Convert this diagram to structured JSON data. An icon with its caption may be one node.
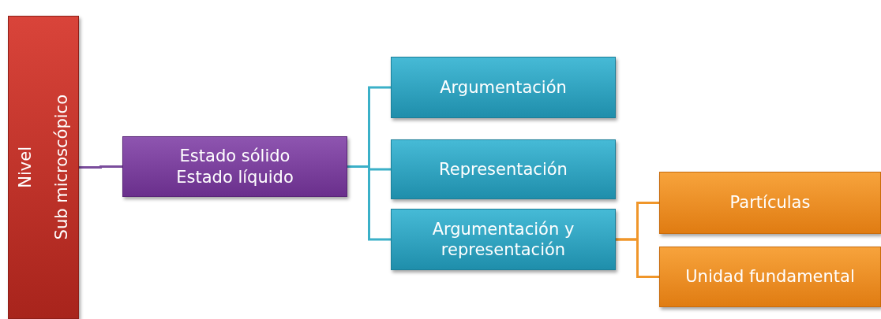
{
  "diagram": {
    "nodes": [
      {
        "text": [
          "Nivel",
          "Sub microscópico"
        ]
      },
      {
        "text": [
          "Estado sólido",
          "Estado líquido"
        ]
      },
      {
        "text": [
          "Argumentación"
        ]
      },
      {
        "text": [
          "Representación"
        ]
      },
      {
        "text": [
          "Argumentación y representación"
        ]
      },
      {
        "text": [
          "Partículas"
        ]
      },
      {
        "text": [
          "Unidad fundamental"
        ]
      }
    ],
    "edges": [
      {
        "from": 0,
        "to": 1,
        "arrow": "none",
        "color": "#7a4d9c"
      },
      {
        "from": 1,
        "to": 2,
        "arrow": "none"
      },
      {
        "from": 1,
        "to": 3,
        "arrow": "none"
      },
      {
        "from": 1,
        "to": 4,
        "arrow": "none"
      },
      {
        "from": 4,
        "to": 5,
        "arrow": "none",
        "color": "#f0962a"
      },
      {
        "from": 4,
        "to": 6,
        "arrow": "none",
        "color": "#f0962a"
      }
    ]
  }
}
